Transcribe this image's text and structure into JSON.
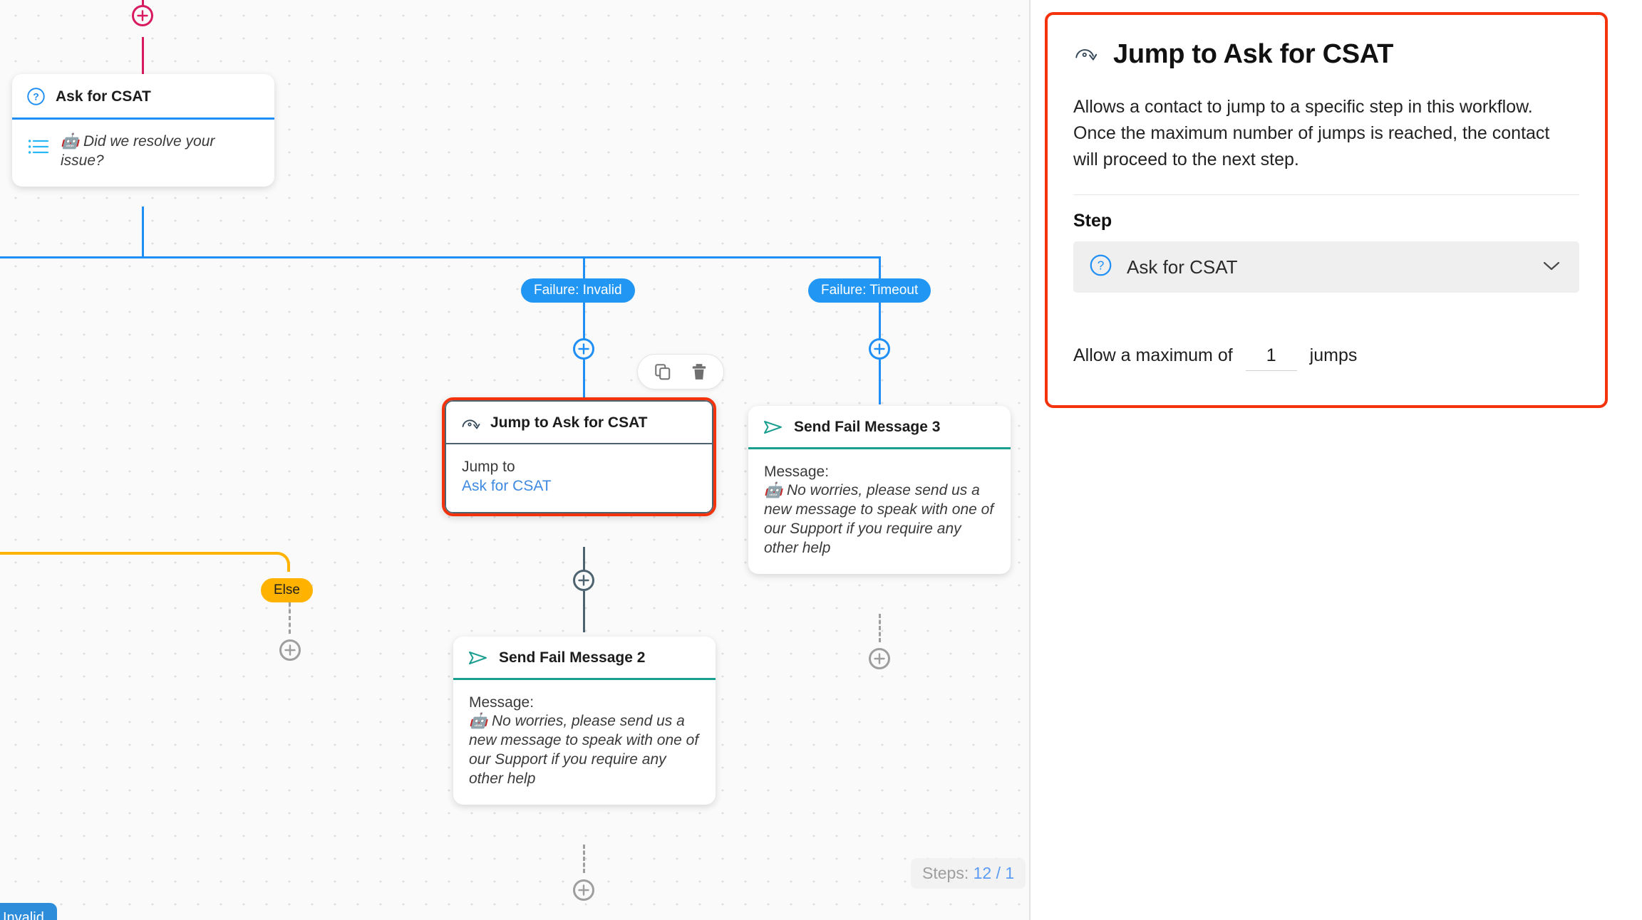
{
  "canvas": {
    "steps_counter": {
      "label": "Steps:",
      "value": "12 / 1"
    },
    "bottom_button": {
      "label": "Invalid"
    },
    "branch_labels": {
      "failure_invalid": "Failure: Invalid",
      "failure_timeout": "Failure: Timeout",
      "else": "Else"
    },
    "toolbar": {
      "duplicate": "duplicate-icon",
      "delete": "delete-icon"
    },
    "nodes": [
      {
        "id": "ask-for-csat",
        "title": "Ask for CSAT",
        "icon": "question-circle-icon",
        "accent": "#1f8ff5",
        "body_icon": "list-icon",
        "body_text": "🤖 Did we resolve your issue?",
        "selected": false
      },
      {
        "id": "jump-to-ask-for-csat",
        "title": "Jump to Ask for CSAT",
        "icon": "jump-icon",
        "accent": "#4e6370",
        "field_label": "Jump to",
        "field_value": "Ask for CSAT",
        "selected": true
      },
      {
        "id": "send-fail-message-3",
        "title": "Send Fail Message 3",
        "icon": "send-icon",
        "accent": "#1a9e8f",
        "body_label": "Message:",
        "body_text": "🤖 No worries, please send us a new message to speak with one of our Support if you require any other help",
        "selected": false
      },
      {
        "id": "send-fail-message-2",
        "title": "Send Fail Message 2",
        "icon": "send-icon",
        "accent": "#1a9e8f",
        "body_label": "Message:",
        "body_text": "🤖 No worries, please send us a new message to speak with one of our Support if you require any other help",
        "selected": false
      }
    ]
  },
  "inspector": {
    "icon": "jump-icon",
    "title": "Jump to Ask for CSAT",
    "description": "Allows a contact to jump to a specific step in this workflow. Once the maximum number of jumps is reached, the contact will proceed to the next step.",
    "step_label": "Step",
    "step_select": {
      "icon": "question-circle-icon",
      "value": "Ask for CSAT",
      "chevron": "chevron-down-icon"
    },
    "jumps": {
      "prefix": "Allow a maximum of",
      "value": "1",
      "suffix": "jumps"
    }
  },
  "colors": {
    "selection": "#f4320c",
    "blue": "#1f8ff5",
    "teal": "#1a9e8f",
    "amber": "#ffb300",
    "crimson": "#d81b60",
    "slate": "#4e6370"
  }
}
